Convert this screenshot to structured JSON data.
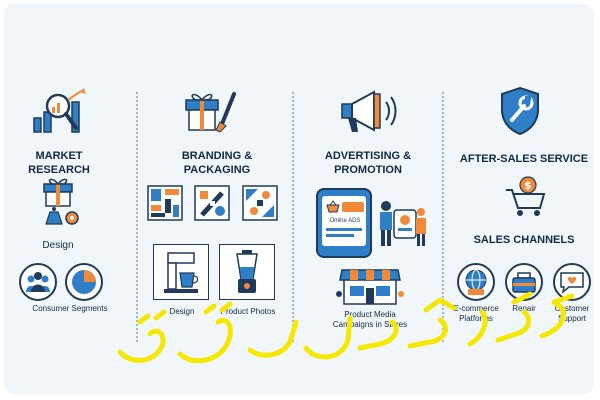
{
  "columns": {
    "market_research": {
      "title": "MARKET RESEARCH",
      "design_label": "Design",
      "consumer_segments_label": "Consumer Segments"
    },
    "branding": {
      "title_line1": "BRANDING &",
      "title_line2": "PACKAGING",
      "design_label": "Design",
      "product_photos_label": "Product Photos"
    },
    "advertising": {
      "title_line1": "ADVERTISING &",
      "title_line2": "PROMOTION",
      "screen_text": "Online ADS",
      "campaign_label_line1": "Product Media",
      "campaign_label_line2": "Campaigns in Stores"
    },
    "after_sales": {
      "title": "AFTER-SALES SERVICE",
      "sales_channels_title": "SALES CHANNELS",
      "ecommerce_label_line1": "E-commerce",
      "ecommerce_label_line2": "Platforms",
      "repair_label": "Repair",
      "support_label_line1": "Customer",
      "support_label_line2": "Support"
    }
  },
  "watermark": "کارکوساشوفی",
  "colors": {
    "navy": "#1f3a5a",
    "blue": "#2f7fc8",
    "orange": "#f2883a",
    "background": "#f1f6fa",
    "watermark": "#f5e800"
  }
}
